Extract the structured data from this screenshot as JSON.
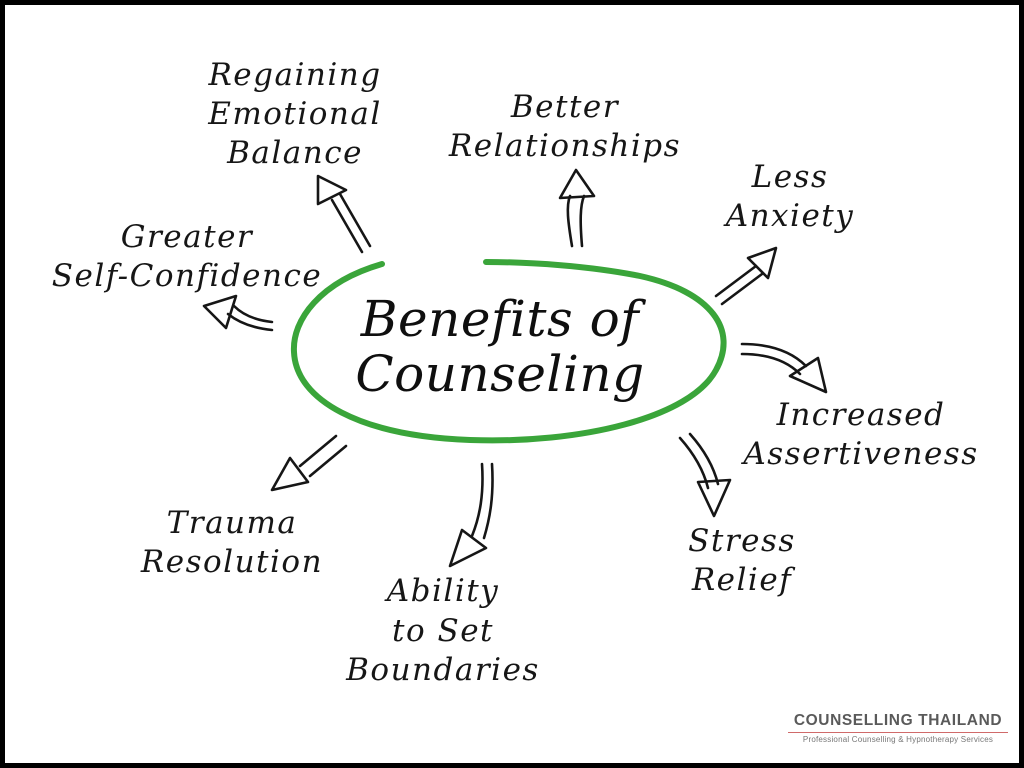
{
  "center": {
    "line1": "Benefits of",
    "line2": "Counseling"
  },
  "benefits": {
    "regaining_emotional_balance": [
      "Regaining",
      "Emotional",
      "Balance"
    ],
    "better_relationships": [
      "Better",
      "Relationships"
    ],
    "less_anxiety": [
      "Less",
      "Anxiety"
    ],
    "greater_self_confidence": [
      "Greater",
      "Self-Confidence"
    ],
    "increased_assertiveness": [
      "Increased",
      "Assertiveness"
    ],
    "trauma_resolution": [
      "Trauma",
      "Resolution"
    ],
    "ability_to_set_boundaries": [
      "Ability",
      "to Set",
      "Boundaries"
    ],
    "stress_relief": [
      "Stress",
      "Relief"
    ]
  },
  "brand": {
    "name": "COUNSELLING THAILAND",
    "tagline": "Professional Counselling & Hypnotherapy Services"
  },
  "colors": {
    "background": "#ffffff",
    "frame": "#000000",
    "ink": "#161616",
    "ellipse": "#3aa53a",
    "brand_text": "#5a5a5a"
  }
}
